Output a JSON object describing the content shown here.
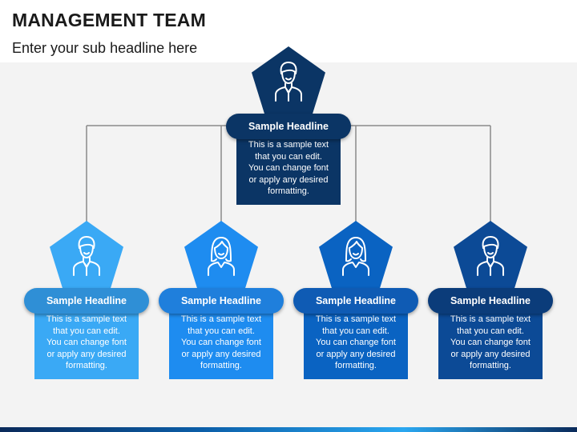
{
  "header": {
    "title": "MANAGEMENT TEAM",
    "subtitle": "Enter your sub headline here"
  },
  "colors": {
    "top": "#0b3565",
    "member1": "#3aa9f5",
    "member1_headline": "#2f8fd6",
    "member2": "#1e8cf0",
    "member2_headline": "#1f7fdc",
    "member3": "#0a63c2",
    "member3_headline": "#0f5bb4",
    "member4": "#0c4a96",
    "member4_headline": "#0b3c7a",
    "connector": "#8a8a8a"
  },
  "top_node": {
    "icon": "male-person-icon",
    "headline": "Sample Headline",
    "body": [
      "This is a sample text",
      "that you can edit.",
      "You can change font",
      "or apply any desired",
      "formatting."
    ]
  },
  "team": [
    {
      "icon": "male-person-icon",
      "headline": "Sample Headline",
      "body": [
        "This is a sample text",
        "that you can edit.",
        "You can change font",
        "or apply any desired",
        "formatting."
      ]
    },
    {
      "icon": "female-person-icon",
      "headline": "Sample Headline",
      "body": [
        "This is a sample text",
        "that you can edit.",
        "You can change font",
        "or apply any desired",
        "formatting."
      ]
    },
    {
      "icon": "female-person-icon",
      "headline": "Sample Headline",
      "body": [
        "This is a sample text",
        "that you can edit.",
        "You can change font",
        "or apply any desired",
        "formatting."
      ]
    },
    {
      "icon": "male-person-icon",
      "headline": "Sample Headline",
      "body": [
        "This is a sample text",
        "that you can edit.",
        "You can change font",
        "or apply any desired",
        "formatting."
      ]
    }
  ]
}
